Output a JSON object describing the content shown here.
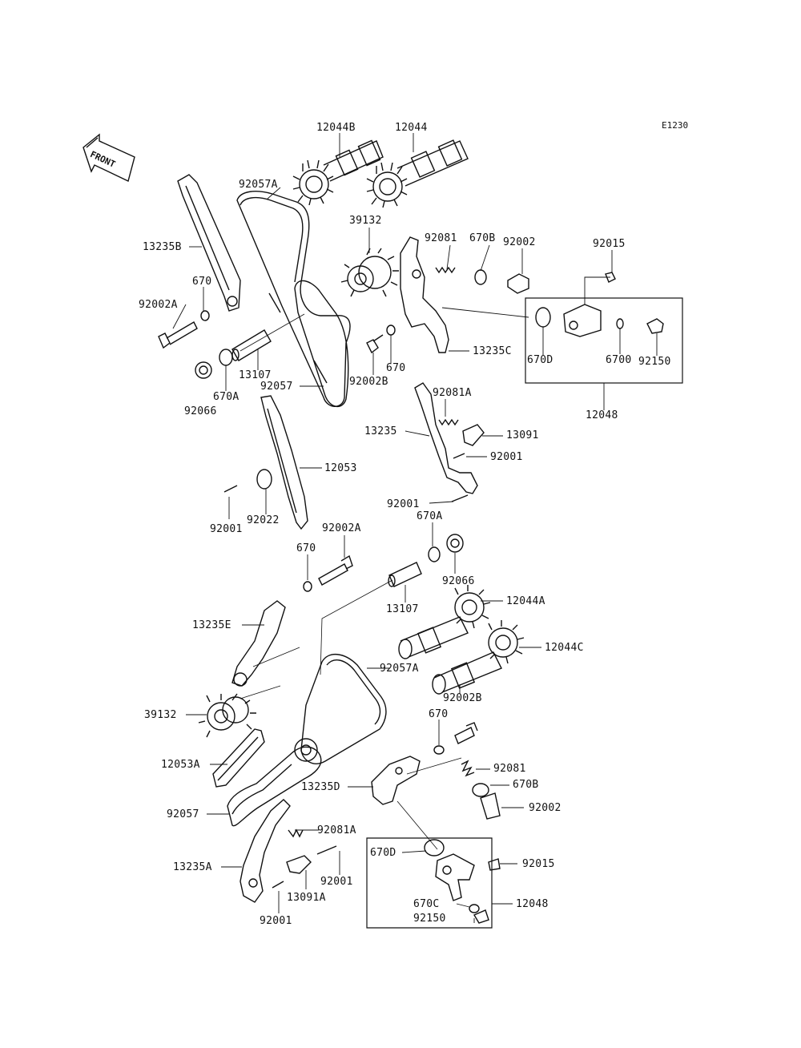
{
  "diagram_code": "E1230",
  "front_label": "FRONT",
  "parts": {
    "p12044B": "12044B",
    "p12044": "12044",
    "p92057A_top": "92057A",
    "p13235B": "13235B",
    "p39132_top": "39132",
    "p92081": "92081",
    "p670B": "670B",
    "p92002": "92002",
    "p92015_top": "92015",
    "p670_top": "670",
    "p92002A_top": "92002A",
    "p13235C": "13235C",
    "p670D_top": "670D",
    "p6700_top": "6700",
    "p92150_top": "92150",
    "p670_mid": "670",
    "p13107_top": "13107",
    "p92002B_top": "92002B",
    "p670A_top": "670A",
    "p92057": "92057",
    "p92066_top": "92066",
    "p92081A_top": "92081A",
    "p12048_top": "12048",
    "p13235": "13235",
    "p13091": "13091",
    "p12053": "12053",
    "p92001_a": "92001",
    "p92001_b": "92001",
    "p92001_c": "92001",
    "p92022": "92022",
    "p92002A_bot": "92002A",
    "p670A_bot": "670A",
    "p670_bot1": "670",
    "p92066_bot": "92066",
    "p13107_bot": "13107",
    "p12044A": "12044A",
    "p13235E": "13235E",
    "p12044C": "12044C",
    "p92057A_bot": "92057A",
    "p92002B_bot": "92002B",
    "p39132_bot": "39132",
    "p670_bot2": "670",
    "p12053A": "12053A",
    "p92081_bot": "92081",
    "p13235D": "13235D",
    "p670B_bot": "670B",
    "p92002_bot": "92002",
    "p92057_bot": "92057",
    "p92081A_bot": "92081A",
    "p670D_bot": "670D",
    "p92015_bot": "92015",
    "p13235A": "13235A",
    "p92001_d": "92001",
    "p13091A": "13091A",
    "p670C": "670C",
    "p12048_bot": "12048",
    "p92150_bot": "92150",
    "p92001_e": "92001"
  }
}
